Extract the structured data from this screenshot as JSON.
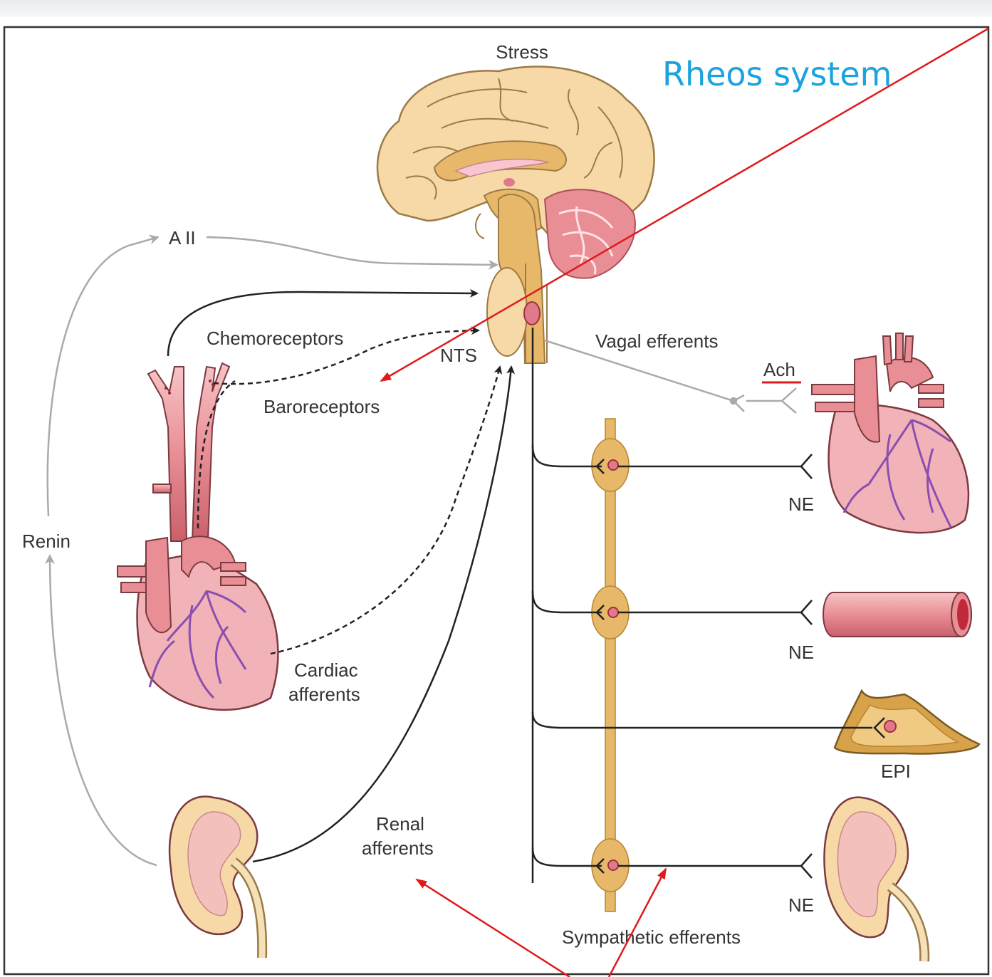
{
  "title": "Rheos system",
  "labels": {
    "stress": "Stress",
    "a2": "A II",
    "chemoreceptors": "Chemoreceptors",
    "nts": "NTS",
    "vagal_efferents": "Vagal efferents",
    "ach": "Ach",
    "baroreceptors": "Baroreceptors",
    "renin": "Renin",
    "cardiac_1": "Cardiac",
    "cardiac_2": "afferents",
    "renal_1": "Renal",
    "renal_2": "afferents",
    "sympathetic_efferents": "Sympathetic efferents",
    "ne_heart": "NE",
    "ne_vessel": "NE",
    "epi": "EPI",
    "ne_kidney": "NE"
  },
  "colors": {
    "title": "#1aa3dc",
    "annotation_arrow": "#e0191c",
    "afferent": "#222222",
    "hormonal": "#aaaaaa",
    "brain": "#f6d9a6",
    "tissue": "#e8878f",
    "vessel": "#c9767d",
    "ganglion_chain": "#e8b86a",
    "veins": "#8a4fb0"
  }
}
